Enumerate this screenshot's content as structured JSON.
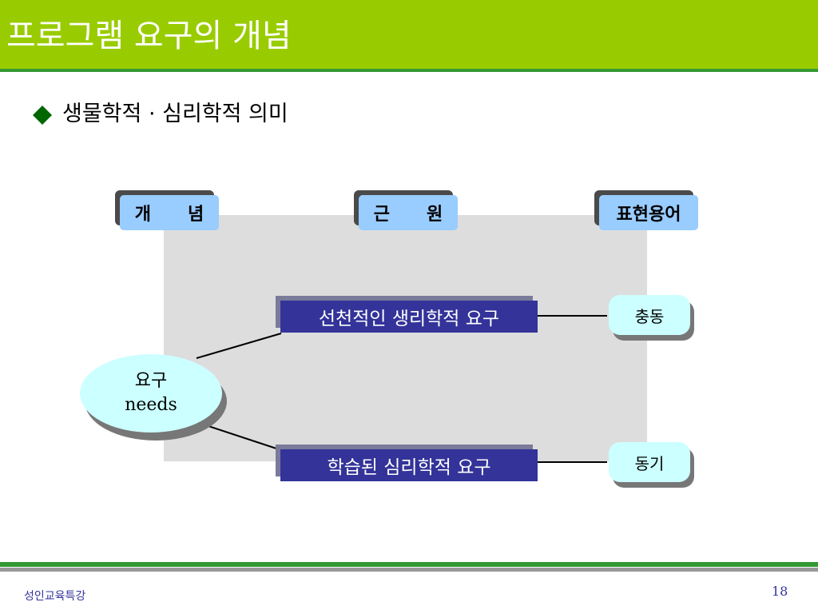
{
  "slide": {
    "title": "프로그램 요구의 개념",
    "subtitle": "생물학적 · 심리학적 의미",
    "page_number": "18",
    "footer": "성인교육특강"
  },
  "diagram": {
    "headers": {
      "concept": "개      념",
      "origin": "근      원",
      "expression": "표현용어"
    },
    "center": {
      "line1": "요구",
      "line2": "needs"
    },
    "sources": {
      "innate": "선천적인 생리학적 요구",
      "learned": "학습된 심리학적 요구"
    },
    "terms": {
      "drive": "충동",
      "motive": "동기"
    }
  },
  "colors": {
    "title_bar": "#99cc00",
    "title_underline": "#339933",
    "header_fill": "#99ccff",
    "source_box_fill": "#333399",
    "term_fill": "#ccffff",
    "panel": "#dddddd"
  }
}
